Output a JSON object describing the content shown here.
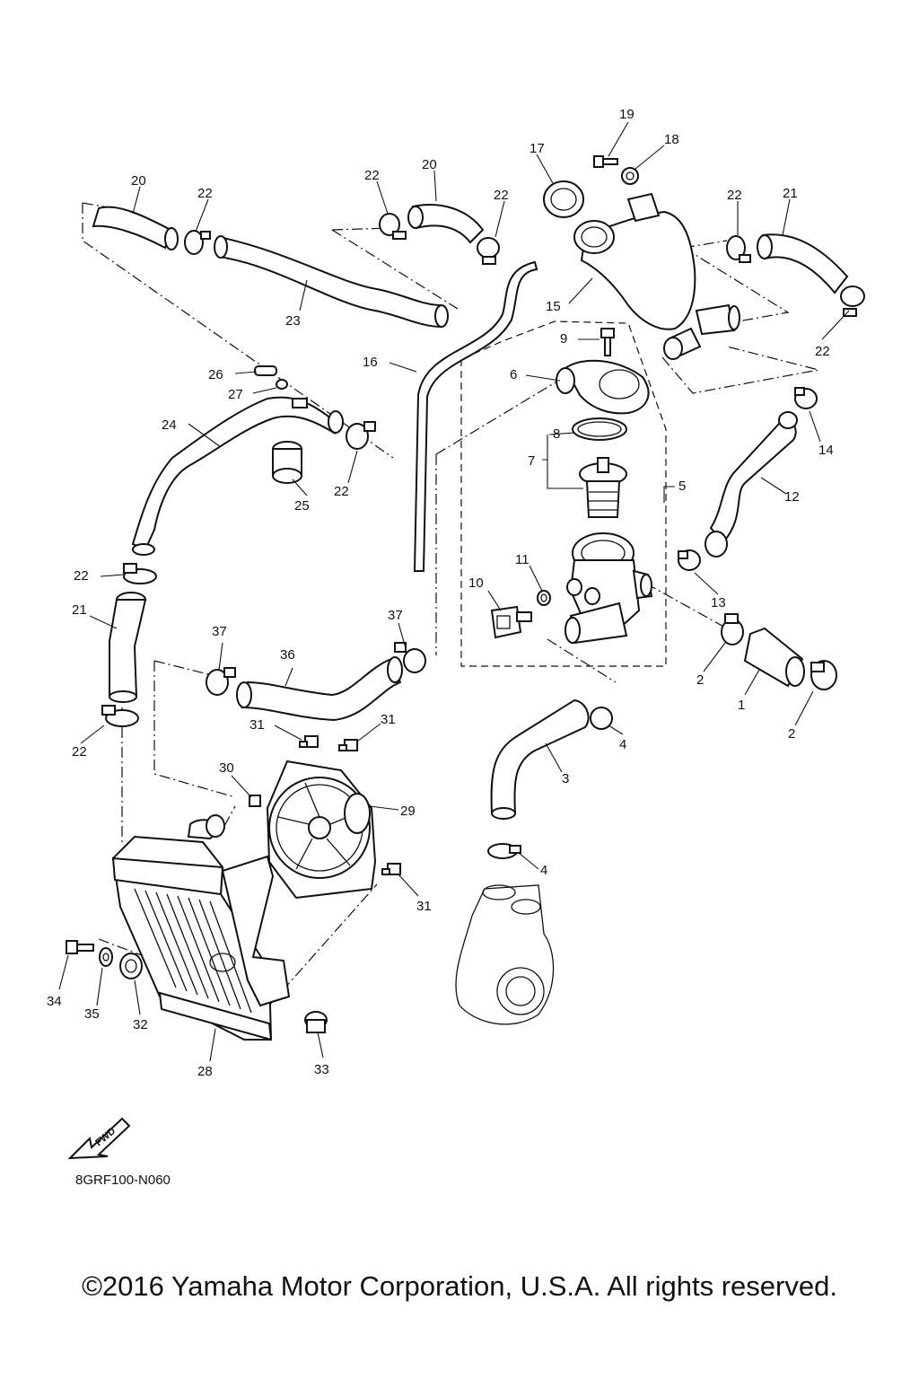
{
  "diagram": {
    "code": "8GRF100-N060",
    "copyright": "©2016 Yamaha Motor Corporation, U.S.A. All rights reserved.",
    "fwd_label": "FWD"
  },
  "callouts": {
    "c1": "1",
    "c2a": "2",
    "c2b": "2",
    "c3": "3",
    "c4a": "4",
    "c4b": "4",
    "c5": "5",
    "c6": "6",
    "c7": "7",
    "c8": "8",
    "c9": "9",
    "c10": "10",
    "c11": "11",
    "c12": "12",
    "c13": "13",
    "c14": "14",
    "c15": "15",
    "c16": "16",
    "c17": "17",
    "c18": "18",
    "c19": "19",
    "c20a": "20",
    "c20b": "20",
    "c21a": "21",
    "c21b": "21",
    "c22a": "22",
    "c22b": "22",
    "c22c": "22",
    "c22d": "22",
    "c22e": "22",
    "c22f": "22",
    "c22g": "22",
    "c22h": "22",
    "c23": "23",
    "c24": "24",
    "c25": "25",
    "c26": "26",
    "c27": "27",
    "c28": "28",
    "c29": "29",
    "c30": "30",
    "c31a": "31",
    "c31b": "31",
    "c31c": "31",
    "c32": "32",
    "c33": "33",
    "c34": "34",
    "c35": "35",
    "c36": "36",
    "c37a": "37",
    "c37b": "37"
  }
}
